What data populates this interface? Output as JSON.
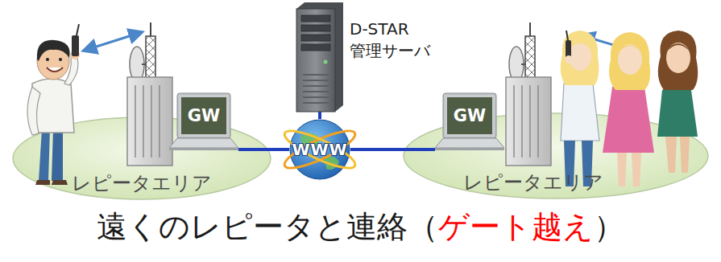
{
  "diagram": {
    "caption": "遠くのレピータと連絡（",
    "nodes": [
      {
        "text": [
          "レピータエリア"
        ]
      },
      {
        "text": [
          "GW"
        ]
      },
      {
        "text": [
          "D-STAR 管理サーバ"
        ]
      },
      {
        "text": [
          "WWW"
        ]
      },
      {
        "text": [
          "レピータエリア"
        ]
      },
      {
        "text": [
          "GW"
        ]
      }
    ],
    "edges": [
      {
        "from": 1,
        "to": 3,
        "arrow": "none"
      },
      {
        "from": 2,
        "to": 3,
        "arrow": "none"
      },
      {
        "from": 3,
        "to": 5,
        "arrow": "none"
      }
    ],
    "labels": [
      "ゲート越え",
      "）"
    ]
  }
}
